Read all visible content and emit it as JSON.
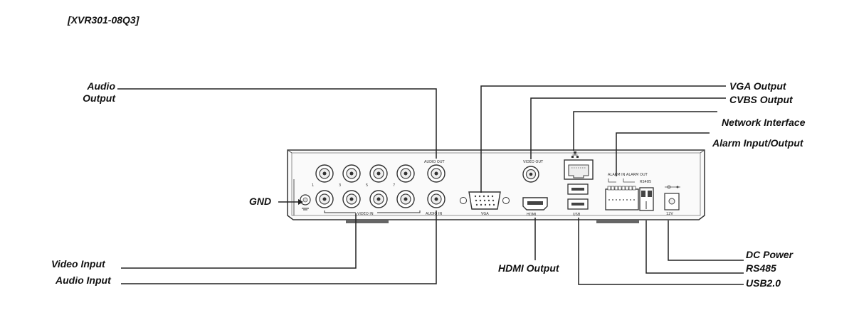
{
  "model": "[XVR301-08Q3]",
  "labels": {
    "audio_output_line1": "Audio",
    "audio_output_line2": "Output",
    "gnd": "GND",
    "video_input": "Video Input",
    "audio_input": "Audio Input",
    "vga_output": "VGA Output",
    "cvbs_output": "CVBS Output",
    "network_interface": "Network Interface",
    "alarm_io": "Alarm Input/Output",
    "hdmi_output": "HDMI Output",
    "dc_power": "DC Power",
    "rs485": "RS485",
    "usb": "USB2.0"
  },
  "panel_marks": {
    "audio_out": "AUDIO OUT",
    "audio_in": "AUDIO IN",
    "video_in": "VIDEO IN",
    "vga": "VGA",
    "hdmi": "HDMI",
    "cvbs": "VIDEO OUT",
    "usb": "USB",
    "alarm": "ALARM IN  ALARM OUT",
    "rs485": "RS485",
    "dc": "12V",
    "n1": "1",
    "n3": "3",
    "n5": "5",
    "n7": "7"
  },
  "icons": [
    "ground-icon",
    "network-icon",
    "bnc-connector-icon",
    "vga-port-icon",
    "hdmi-port-icon",
    "usb-port-icon",
    "rj45-port-icon",
    "terminal-block-icon",
    "dc-jack-icon"
  ]
}
